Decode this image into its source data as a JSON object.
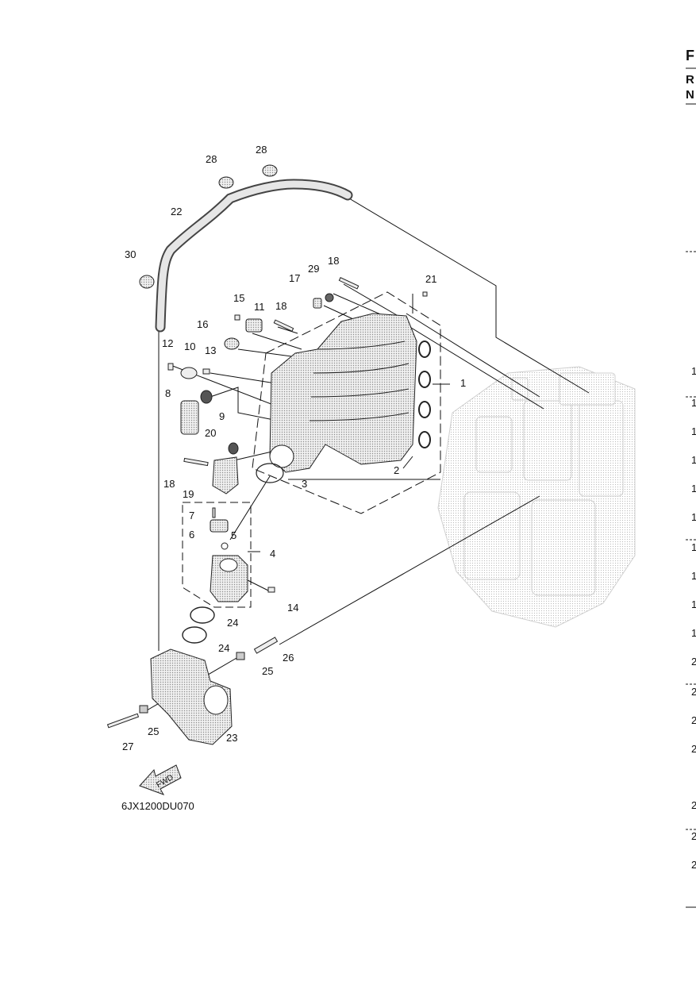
{
  "diagram": {
    "figure_code": "6JX1200DU070",
    "fwd_label": "FWD",
    "callouts": [
      "1",
      "2",
      "3",
      "4",
      "5",
      "6",
      "7",
      "8",
      "9",
      "10",
      "11",
      "12",
      "13",
      "14",
      "15",
      "16",
      "17",
      "18",
      "18",
      "18",
      "19",
      "20",
      "21",
      "22",
      "23",
      "24",
      "24",
      "25",
      "25",
      "26",
      "27",
      "28",
      "28",
      "29",
      "30"
    ]
  },
  "right_edge": {
    "header_letters": [
      "F",
      "R",
      "N"
    ],
    "row_digits": [
      "1",
      "1",
      "1",
      "1",
      "1",
      "1",
      "1",
      "1",
      "1",
      "1",
      "2",
      "2",
      "2",
      "2",
      "2",
      "2",
      "2"
    ]
  }
}
